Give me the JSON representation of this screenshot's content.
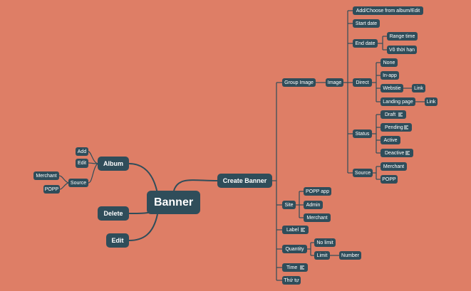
{
  "root": "Banner",
  "album": {
    "label": "Album",
    "add": "Add",
    "edit": "Edit",
    "source": "Source",
    "merchant": "Merchant",
    "popp": "POPP"
  },
  "delete": "Delete",
  "edit": "Edit",
  "create": {
    "label": "Create Banner",
    "group_image": "Group Image",
    "image": "Image",
    "add_choose": "Add/Choose from album/Edit",
    "start_date": "Start date",
    "end_date": "End date",
    "range_time": "Range time",
    "vo_thoi_han": "Vô thời hạn",
    "direct": "Direct",
    "none": "None",
    "in_app": "In-app",
    "website": "Webstie",
    "link1": "Link",
    "landing_page": "Landing page",
    "link2": "Link",
    "status": "Status",
    "draft": "Draft",
    "pending": "Pending",
    "active": "Active",
    "deactive": "Deactive",
    "source": "Source",
    "src_merchant": "Merchant",
    "src_popp": "POPP",
    "site": "Site",
    "popp_app": "POPP app",
    "admin": "Admin",
    "site_merchant": "Merchant",
    "label_node": "Label",
    "quantity": "Quantity",
    "no_limit": "No limit",
    "limit": "Limit",
    "number": "Number",
    "time": "Time",
    "thu_tu": "Thứ tự"
  },
  "colors": {
    "background": "#de7e66",
    "node": "#2f4d5a",
    "line": "#2f4d5a",
    "text": "#ffffff"
  }
}
